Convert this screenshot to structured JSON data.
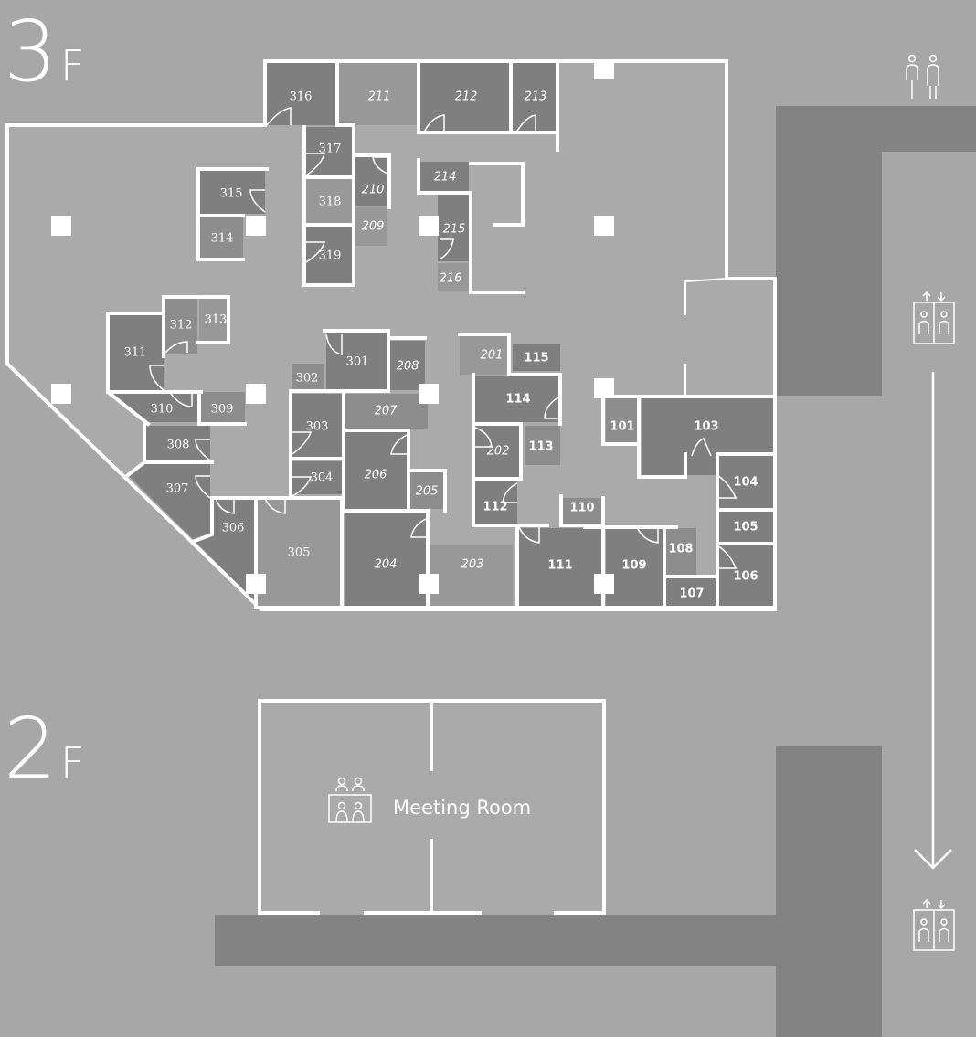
{
  "floors": {
    "upper": {
      "num": "3",
      "suffix": "F"
    },
    "lower": {
      "num": "2",
      "suffix": "F"
    }
  },
  "meeting_room": {
    "label": "Meeting Room",
    "icon": "meeting-people-icon"
  },
  "icons": {
    "restroom": "restroom-icon",
    "elevator": "elevator-icon",
    "arrow": "arrow-down-icon"
  },
  "colors": {
    "background": "#a6a7a6",
    "corridor": "#a9aaa9",
    "room_dark": "#7f7f7f",
    "room_mid": "#8d8d8d",
    "room_light": "#989898",
    "band": "#838383",
    "wall": "#ffffff"
  },
  "rooms": [
    {
      "label": "316"
    },
    {
      "label": "211"
    },
    {
      "label": "212"
    },
    {
      "label": "213"
    },
    {
      "label": "317"
    },
    {
      "label": "210"
    },
    {
      "label": "214"
    },
    {
      "label": "315"
    },
    {
      "label": "318"
    },
    {
      "label": "209"
    },
    {
      "label": "215"
    },
    {
      "label": "314"
    },
    {
      "label": "319"
    },
    {
      "label": "216"
    },
    {
      "label": "312"
    },
    {
      "label": "313"
    },
    {
      "label": "311"
    },
    {
      "label": "301"
    },
    {
      "label": "208"
    },
    {
      "label": "201"
    },
    {
      "label": "115"
    },
    {
      "label": "302"
    },
    {
      "label": "114"
    },
    {
      "label": "310"
    },
    {
      "label": "309"
    },
    {
      "label": "207"
    },
    {
      "label": "101"
    },
    {
      "label": "103"
    },
    {
      "label": "303"
    },
    {
      "label": "308"
    },
    {
      "label": "113"
    },
    {
      "label": "202"
    },
    {
      "label": "304"
    },
    {
      "label": "206"
    },
    {
      "label": "104"
    },
    {
      "label": "307"
    },
    {
      "label": "205"
    },
    {
      "label": "112"
    },
    {
      "label": "110"
    },
    {
      "label": "105"
    },
    {
      "label": "306"
    },
    {
      "label": "305"
    },
    {
      "label": "108"
    },
    {
      "label": "204"
    },
    {
      "label": "203"
    },
    {
      "label": "111"
    },
    {
      "label": "109"
    },
    {
      "label": "106"
    },
    {
      "label": "107"
    }
  ]
}
